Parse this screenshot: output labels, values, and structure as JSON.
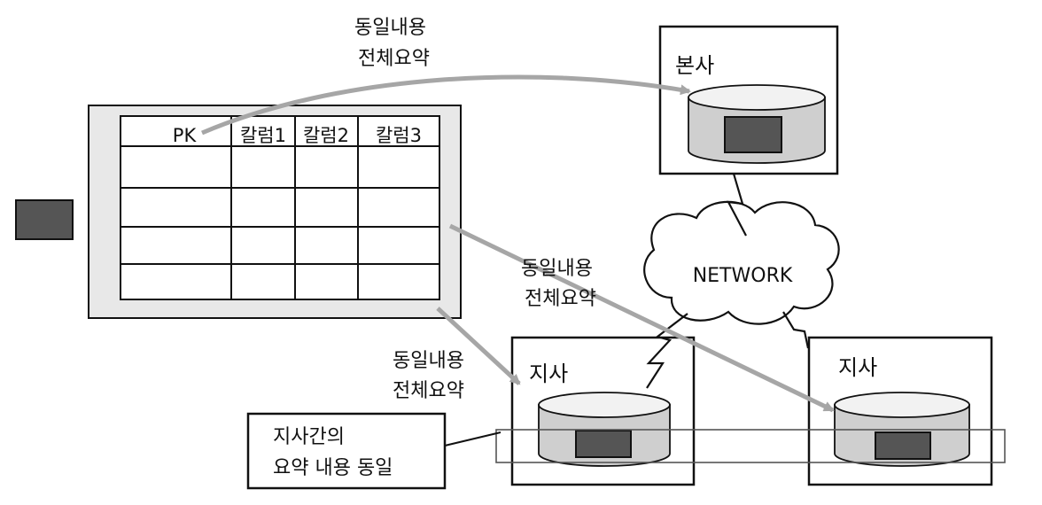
{
  "labels": {
    "summary_top_line1": "동일내용",
    "summary_top_line2": "전체요약",
    "summary_mid_line1": "동일내용",
    "summary_mid_line2": "전체요약",
    "summary_left_line1": "동일내용",
    "summary_left_line2": "전체요약",
    "hq": "본사",
    "branch1": "지사",
    "branch2": "지사",
    "network": "NETWORK",
    "branch_note_line1": "지사간의",
    "branch_note_line2": "요약 내용 동일"
  },
  "table": {
    "headers": [
      "PK",
      "칼럼1",
      "칼럼2",
      "칼럼3"
    ],
    "empty_rows": 4
  },
  "colors": {
    "arrow": "#a6a6a6",
    "db_fill": "#cfcfcf",
    "db_top": "#f2f2f2",
    "data_block": "#555555",
    "table_panel": "#e8e8e8",
    "stroke": "#111111"
  }
}
